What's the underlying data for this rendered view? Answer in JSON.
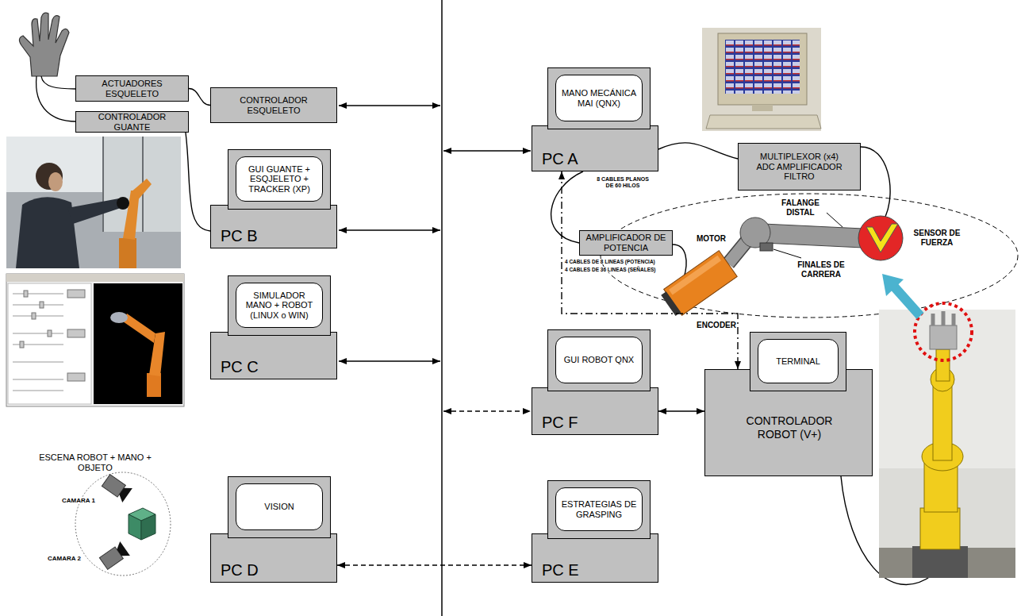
{
  "diagram": {
    "nodes": [
      {
        "text": [
          "ACTUADORES ESQUELETO"
        ]
      },
      {
        "text": [
          "CONTROLADOR GUANTE"
        ]
      },
      {
        "text": [
          "CONTROLADOR ESQUELETO"
        ]
      },
      {
        "text": [
          "MANO MECÁNICA MAI (QNX)",
          "PC A"
        ]
      },
      {
        "text": [
          "MULTIPLEXOR (x4) ADC AMPLIFICADOR FILTRO"
        ]
      },
      {
        "text": [
          "GUI GUANTE + ESQJELETO + TRACKER (XP)",
          "PC B"
        ]
      },
      {
        "text": [
          "AMPLIFICADOR DE POTENCIA"
        ]
      },
      {
        "text": [
          "SIMULADOR MANO + ROBOT (LINUX o WIN)",
          "PC C"
        ]
      },
      {
        "text": [
          "GUI ROBOT QNX",
          "PC F"
        ]
      },
      {
        "text": [
          "TERMINAL",
          "CONTROLADOR ROBOT (V+)"
        ]
      },
      {
        "text": [
          "VISION",
          "PC D"
        ]
      },
      {
        "text": [
          "ESTRATEGIAS DE GRASPING",
          "PC E"
        ]
      }
    ],
    "edges": [
      {
        "from": 0,
        "to": 2,
        "arrow": "none"
      },
      {
        "from": 1,
        "to": 5,
        "arrow": "none"
      },
      {
        "from": 3,
        "to": 4,
        "arrow": "none"
      },
      {
        "from": 3,
        "to": 6,
        "arrow": "none"
      },
      {
        "from": 3,
        "to": 9,
        "arrow": "both"
      },
      {
        "from": 8,
        "to": 9,
        "arrow": "both"
      },
      {
        "from": 10,
        "to": 11,
        "arrow": "both"
      }
    ],
    "labels": [
      "8 CABLES PLANOS DE 60 HILOS",
      "4 CABLES DE 8 LINEAS (POTENCIA)",
      "4 CABLES DE 36 LINEAS (SEÑALES)",
      "FALANGE DISTAL",
      "MOTOR",
      "ENCODER",
      "FINALES DE CARRERA",
      "SENSOR DE FUERZA",
      "ESCENA ROBOT + MANO + OBJETO",
      "CAMARA 1",
      "CAMARA 2"
    ]
  }
}
